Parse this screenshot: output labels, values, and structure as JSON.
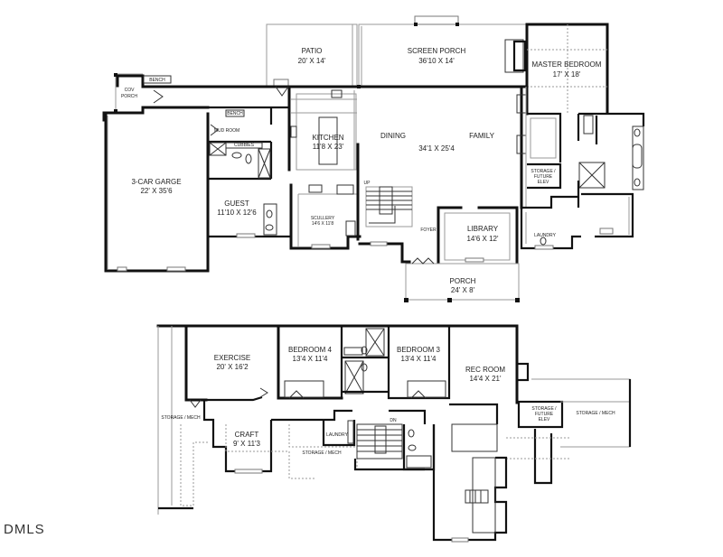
{
  "plan": {
    "main_floor": {
      "rooms": {
        "patio": {
          "name": "PATIO",
          "size": "20' X 14'"
        },
        "screen_porch": {
          "name": "SCREEN PORCH",
          "size": "36'10 X 14'"
        },
        "master_bedroom": {
          "name": "MASTER BEDROOM",
          "size": "17' X 18'"
        },
        "cov_porch": {
          "name": "COV",
          "name2": "PORCH"
        },
        "bench_top": {
          "name": "BENCH"
        },
        "bench_mud": {
          "name": "BENCH"
        },
        "mud_room": {
          "name": "MUD ROOM"
        },
        "cubbies": {
          "name": "CUBBIES"
        },
        "kitchen": {
          "name": "KITCHEN",
          "size": "11'8 X 23'"
        },
        "dining": {
          "name": "DINING"
        },
        "family": {
          "name": "FAMILY"
        },
        "dining_family_size": {
          "size": "34'1 X 25'4"
        },
        "garage": {
          "name": "3-CAR GARGE",
          "size": "22' X 35'6"
        },
        "guest": {
          "name": "GUEST",
          "size": "11'10 X 12'6"
        },
        "scullery": {
          "name": "SCULLERY",
          "size": "14'6 X 11'8"
        },
        "stairs_up": {
          "name": "UP"
        },
        "foyer": {
          "name": "FOYER"
        },
        "library": {
          "name": "LIBRARY",
          "size": "14'6 X 12'"
        },
        "storage_elev": {
          "name": "STORAGE /",
          "name2": "FUTURE",
          "name3": "ELEV"
        },
        "laundry": {
          "name": "LAUNDRY"
        },
        "porch": {
          "name": "PORCH",
          "size": "24' X 8'"
        }
      }
    },
    "upper_floor": {
      "rooms": {
        "exercise": {
          "name": "EXERCISE",
          "size": "20' X 16'2"
        },
        "bedroom4": {
          "name": "BEDROOM 4",
          "size": "13'4 X 11'4"
        },
        "bedroom3": {
          "name": "BEDROOM 3",
          "size": "13'4 X 11'4"
        },
        "rec_room": {
          "name": "REC ROOM",
          "size": "14'4 X 21'"
        },
        "storage_mech_left": {
          "name": "STORAGE / MECH"
        },
        "craft": {
          "name": "CRAFT",
          "size": "9' X 11'3"
        },
        "laundry": {
          "name": "LAUNDRY"
        },
        "stairs_down": {
          "name": "DN"
        },
        "storage_mech_center": {
          "name": "STORAGE / MECH"
        },
        "storage_elev": {
          "name": "STORAGE /",
          "name2": "FUTURE",
          "name3": "ELEV"
        },
        "storage_mech_right": {
          "name": "STORAGE / MECH"
        }
      }
    }
  },
  "watermark": {
    "text": "DMLS"
  }
}
